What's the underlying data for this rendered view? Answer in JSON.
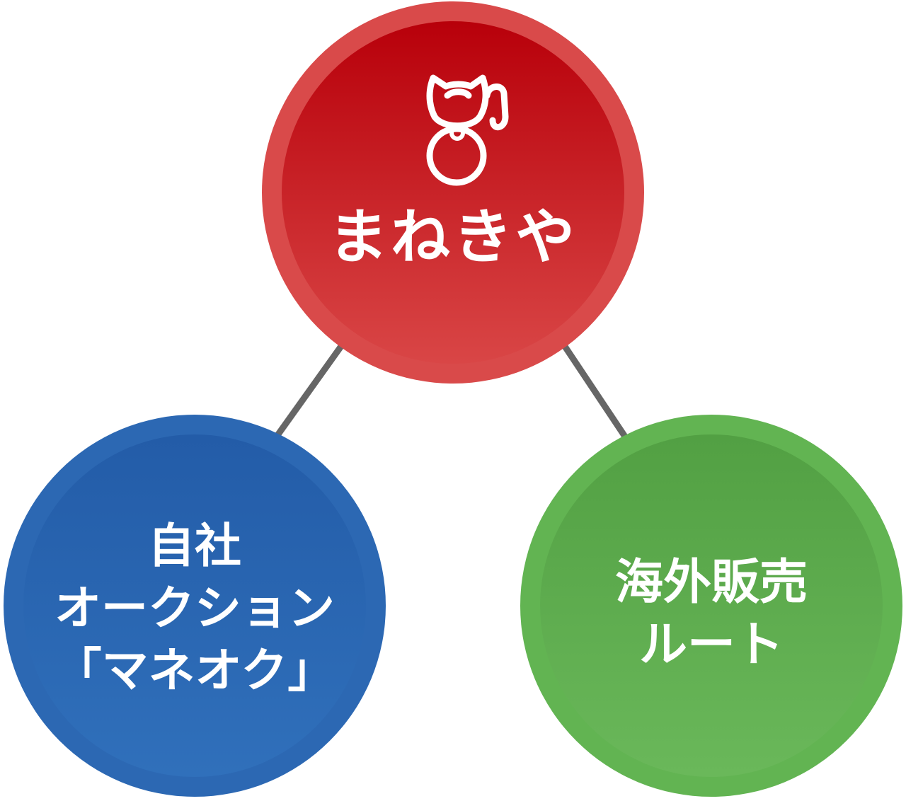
{
  "center": {
    "name": "まねきや",
    "icon": "maneki-neko-cat-icon",
    "color": "#c8141a"
  },
  "left": {
    "lines": [
      "自社",
      "オークション",
      "「マネオク」"
    ],
    "color": "#2a62b0"
  },
  "right": {
    "lines": [
      "海外販売",
      "ルート"
    ],
    "color": "#5aaa4a"
  },
  "connector_color": "#666666"
}
